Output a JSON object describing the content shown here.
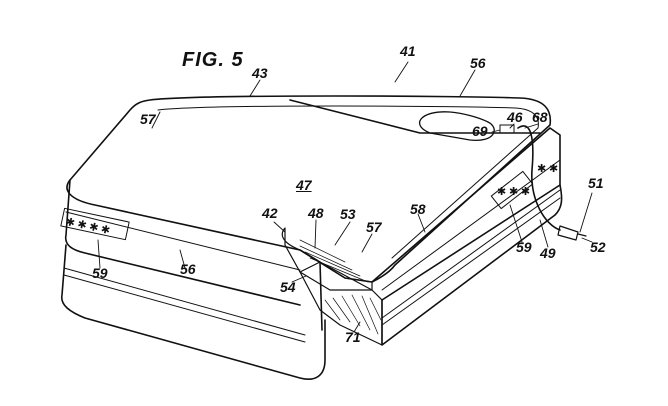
{
  "figure": {
    "title": "FIG. 5",
    "reference_numerals": {
      "n41": "41",
      "n43": "43",
      "n56_top": "56",
      "n57_top": "57",
      "n46": "46",
      "n68": "68",
      "n69": "69",
      "n47": "47",
      "n42": "42",
      "n48": "48",
      "n53": "53",
      "n57_notch": "57",
      "n58": "58",
      "n51": "51",
      "n49": "49",
      "n52": "52",
      "n59_right": "59",
      "n59_left": "59",
      "n56_front": "56",
      "n54": "54",
      "n71": "71"
    }
  },
  "colors": {
    "ink": "#111111",
    "paper": "#ffffff"
  }
}
